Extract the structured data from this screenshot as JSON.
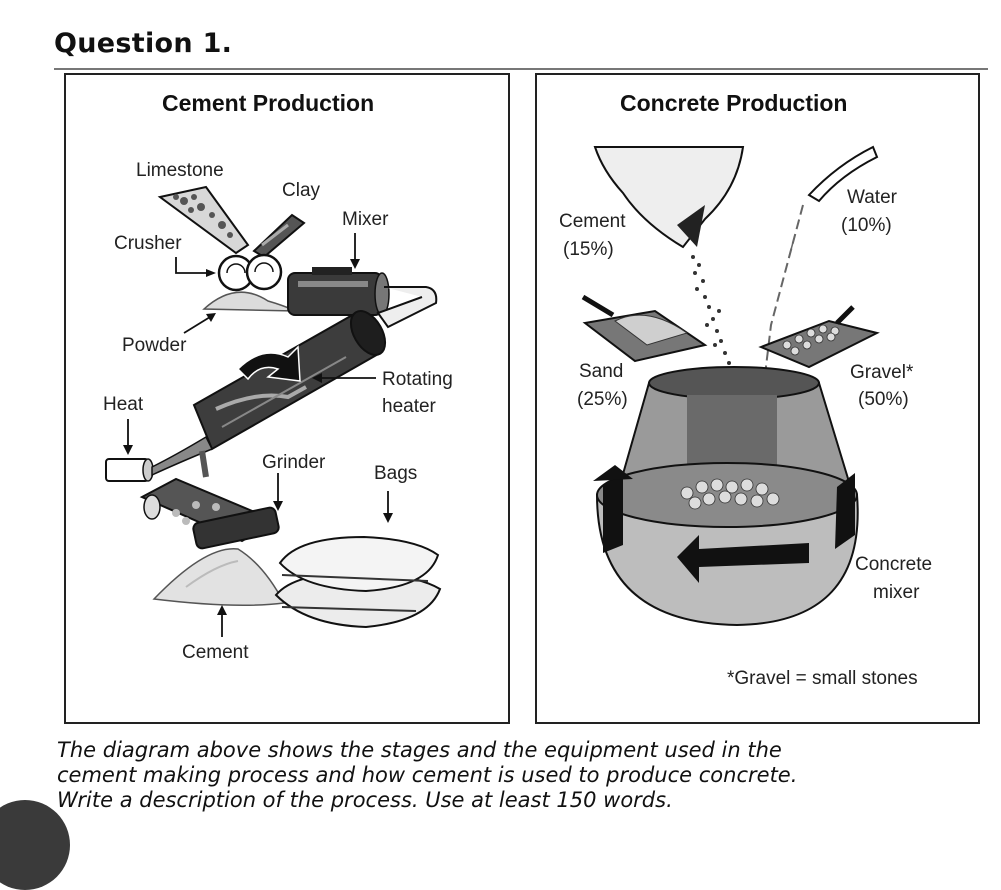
{
  "question_title": "Question 1.",
  "left_panel": {
    "title": "Cement Production",
    "labels": {
      "limestone": "Limestone",
      "clay": "Clay",
      "mixer": "Mixer",
      "crusher": "Crusher",
      "powder": "Powder",
      "rotating_heater_line1": "Rotating",
      "rotating_heater_line2": "heater",
      "heat": "Heat",
      "grinder": "Grinder",
      "bags": "Bags",
      "cement": "Cement"
    }
  },
  "right_panel": {
    "title": "Concrete Production",
    "labels": {
      "cement_name": "Cement",
      "cement_pct": "(15%)",
      "water_name": "Water",
      "water_pct": "(10%)",
      "sand_name": "Sand",
      "sand_pct": "(25%)",
      "gravel_name": "Gravel*",
      "gravel_pct": "(50%)",
      "mixer_line1": "Concrete",
      "mixer_line2": "mixer",
      "footnote": "*Gravel = small stones"
    }
  },
  "prompt": {
    "line1": "The diagram above shows the stages and the equipment used in the",
    "line2": "cement making process and how cement is used to produce concrete.",
    "line3": "Write a description of the process. Use at least 150 words."
  }
}
